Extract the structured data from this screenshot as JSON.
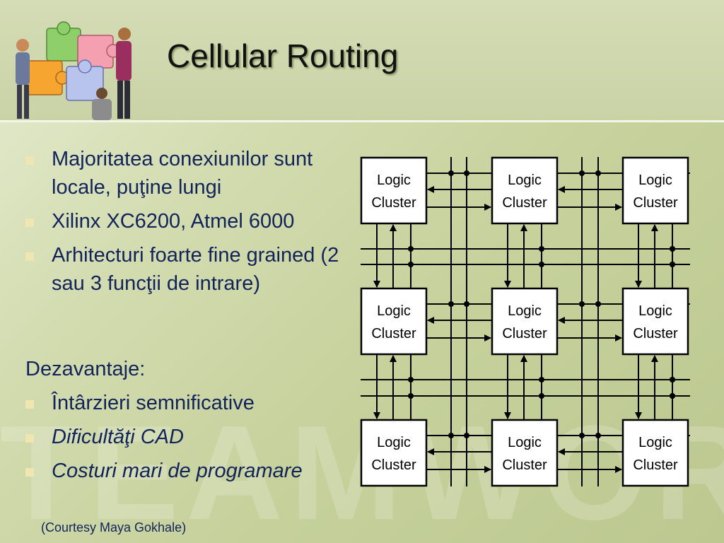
{
  "slide": {
    "title": "Cellular Routing",
    "bullets": [
      "Majoritatea conexiunilor sunt locale, puţine lungi",
      "Xilinx XC6200, Atmel 6000",
      "Arhitecturi foarte fine grained (2 sau 3 funcţii de intrare)"
    ],
    "disadvantages_heading": "Dezavantaje:",
    "disadvantages": [
      "Întârzieri semnificative",
      "Dificultăţi CAD",
      "Costuri mari de programare"
    ],
    "courtesy": "(Courtesy Maya Gokhale)",
    "watermark": "TEAMWORK"
  },
  "diagram": {
    "cell_line1": "Logic",
    "cell_line2": "Cluster",
    "rows": 3,
    "cols": 3
  },
  "colors": {
    "text": "#12235a",
    "bullet": "#efe6b2",
    "diagram_line": "#000000",
    "cell_fill": "#ffffff"
  }
}
